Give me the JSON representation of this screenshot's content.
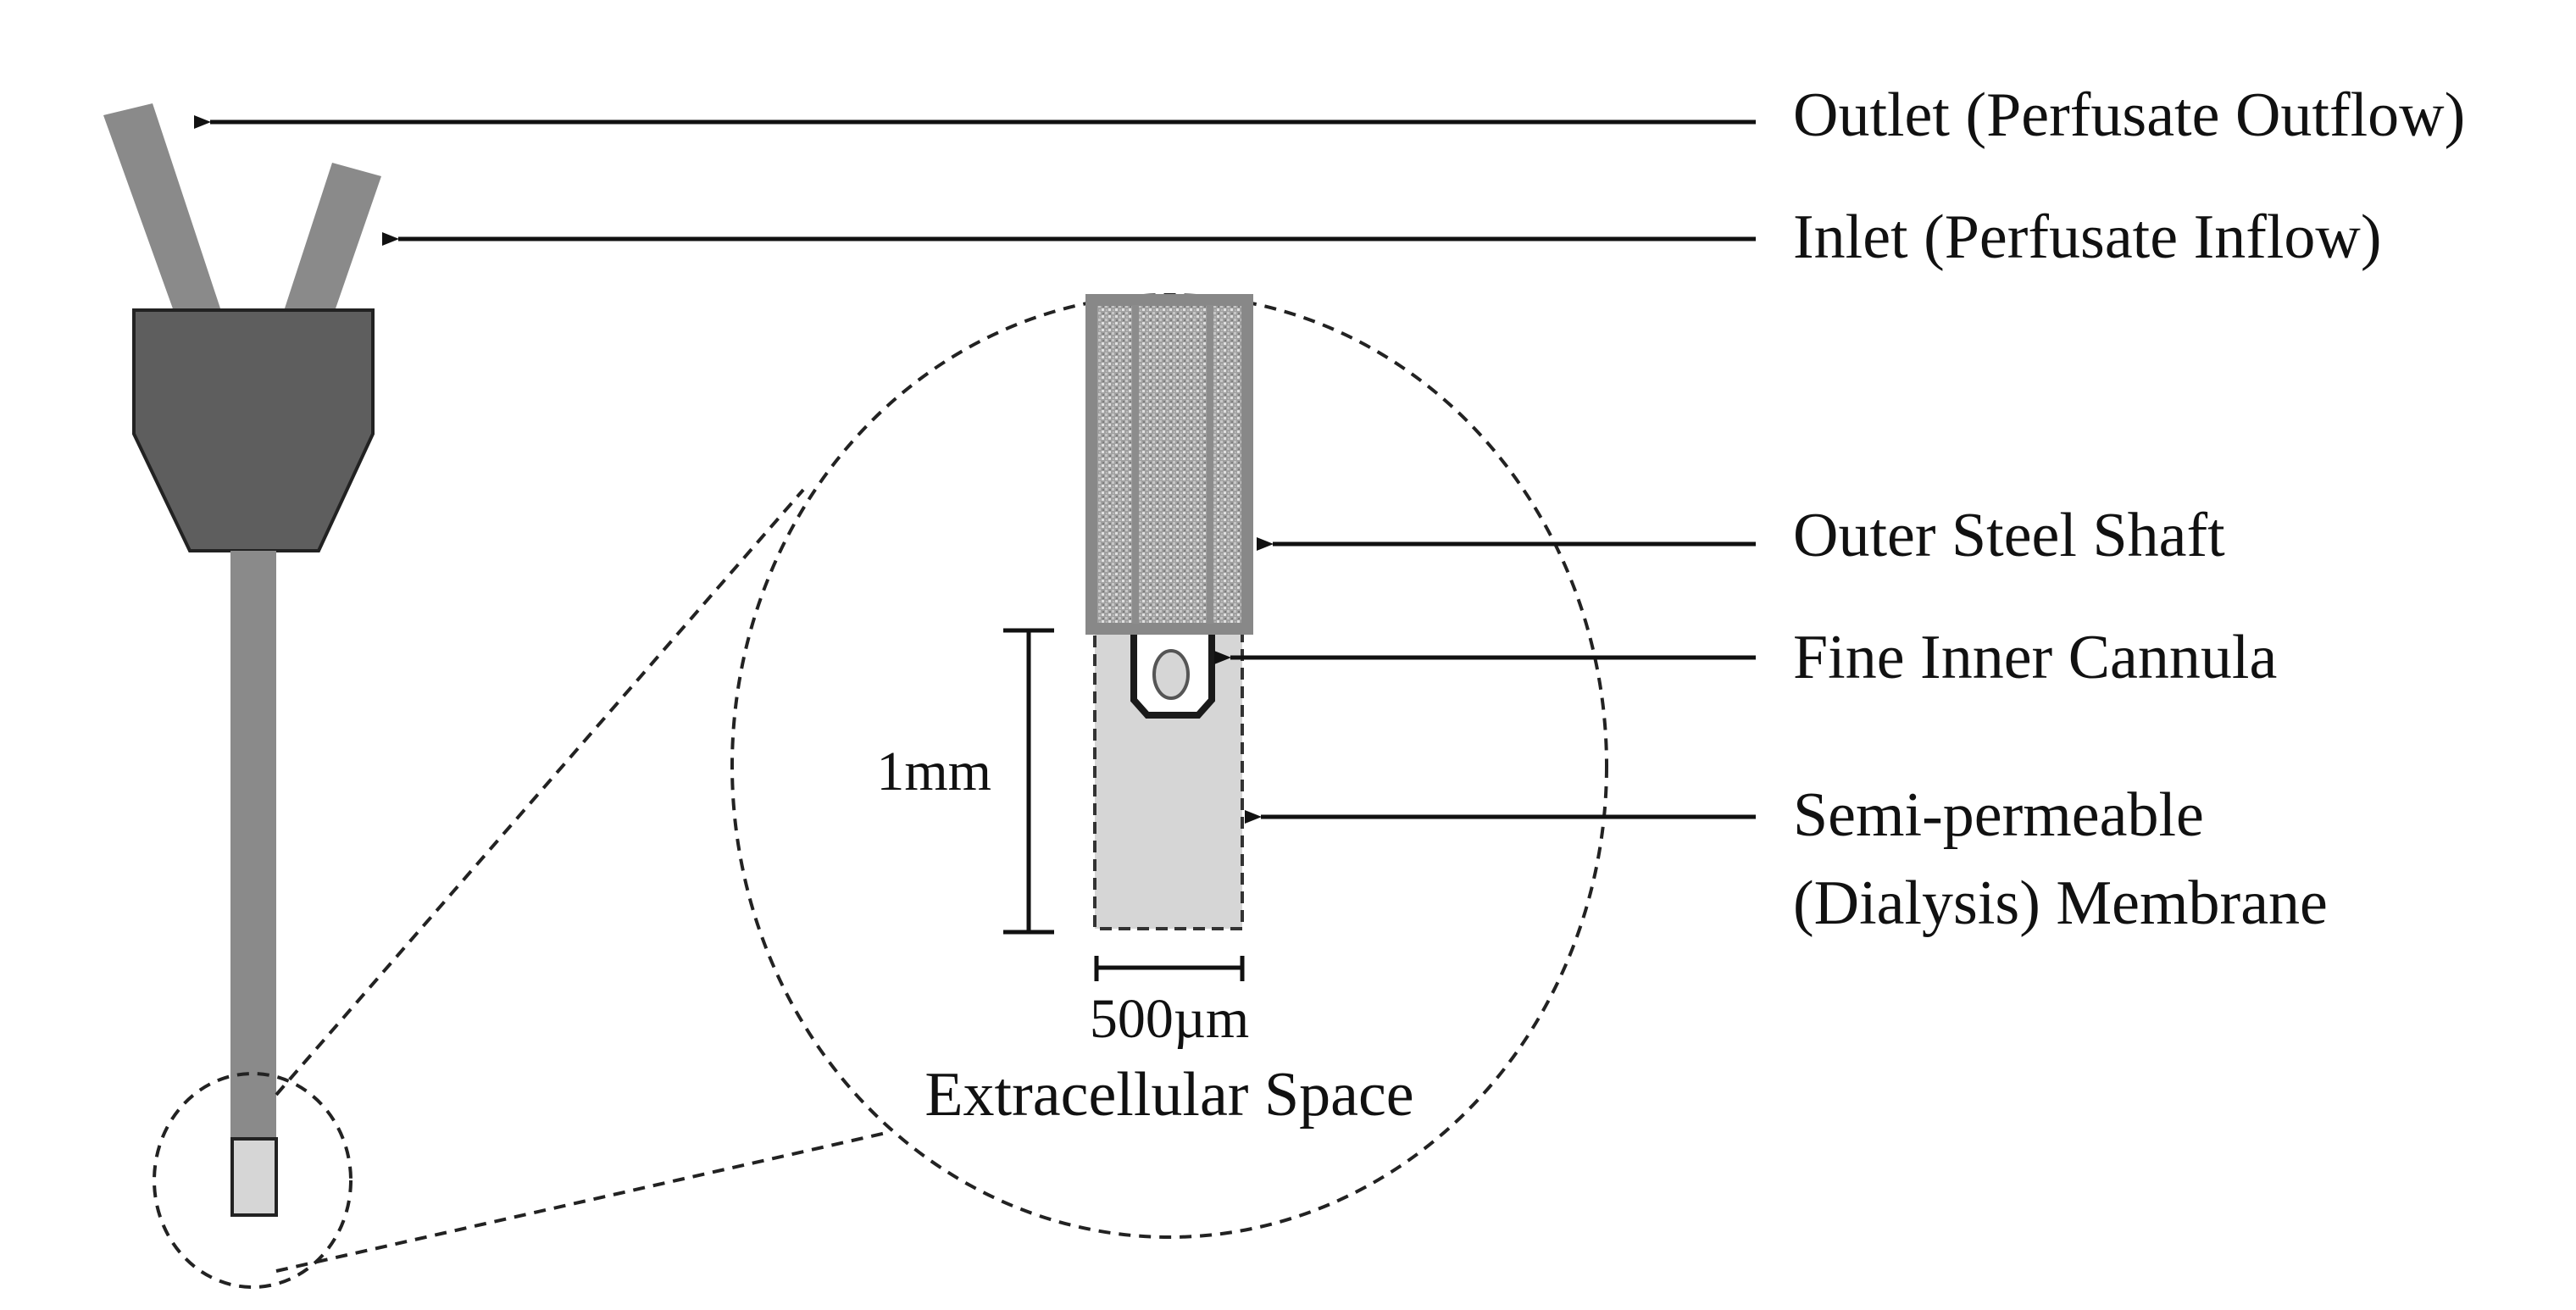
{
  "labels": {
    "outlet": "Outlet (Perfusate Outflow)",
    "inlet": "Inlet (Perfusate Inflow)",
    "outer_shaft": "Outer Steel Shaft",
    "inner_cannula": "Fine Inner Cannula",
    "membrane_line1": "Semi-permeable",
    "membrane_line2": "(Dialysis) Membrane"
  },
  "dimensions": {
    "length": "1mm",
    "width": "500µm"
  },
  "region": {
    "extracellular": "Extracellular Space"
  },
  "colors": {
    "tube": "#8a8a8a",
    "hub": "#5e5e5e",
    "membrane": "#d6d6d6",
    "shaft_border": "#888888",
    "line": "#111111"
  }
}
